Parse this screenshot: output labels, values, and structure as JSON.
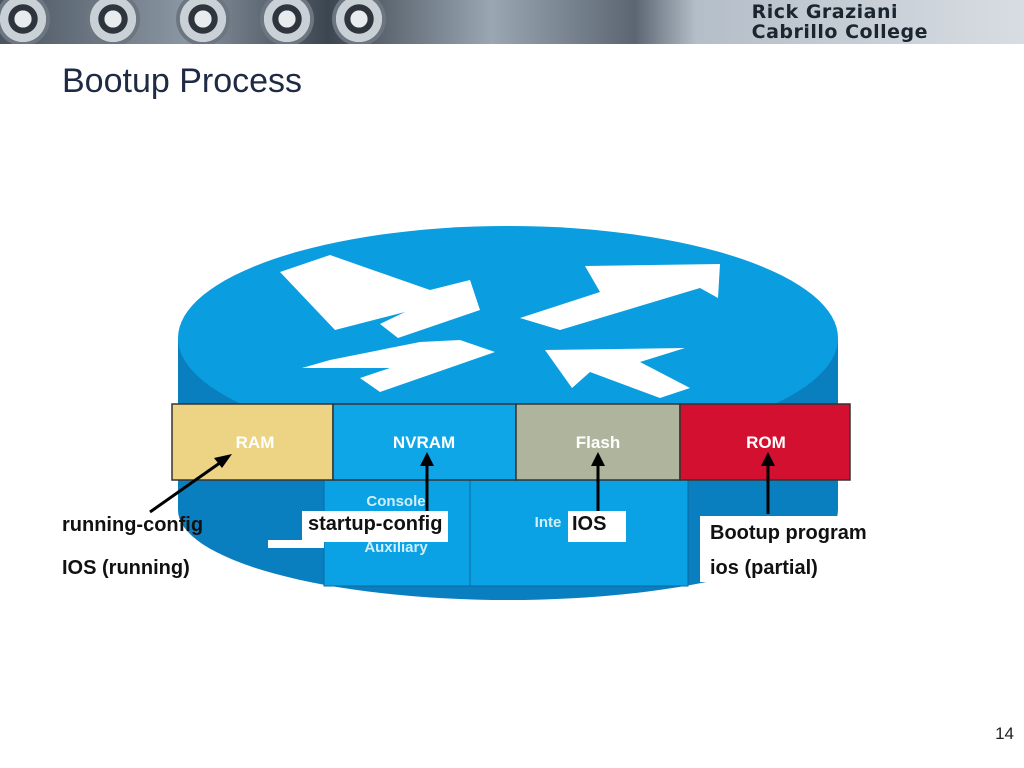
{
  "header": {
    "author_line1": "Rick Graziani",
    "author_line2": "Cabrillo College"
  },
  "slide": {
    "title": "Bootup Process",
    "page_number": "14"
  },
  "router": {
    "memory_blocks": [
      "RAM",
      "NVRAM",
      "Flash",
      "ROM"
    ],
    "ports": {
      "console": "Console",
      "auxiliary": "Auxiliary",
      "interfaces": "Inte"
    }
  },
  "labels": {
    "ram_line1": "running-config",
    "ram_line2": "IOS (running)",
    "nvram": "startup-config",
    "flash": "IOS",
    "rom_line1": "Bootup program",
    "rom_line2": "ios (partial)"
  },
  "colors": {
    "router_blue": "#0a9ee0",
    "ram": "#ecd484",
    "nvram": "#0fa6e8",
    "flash": "#aeb59c",
    "rom": "#d41030"
  }
}
